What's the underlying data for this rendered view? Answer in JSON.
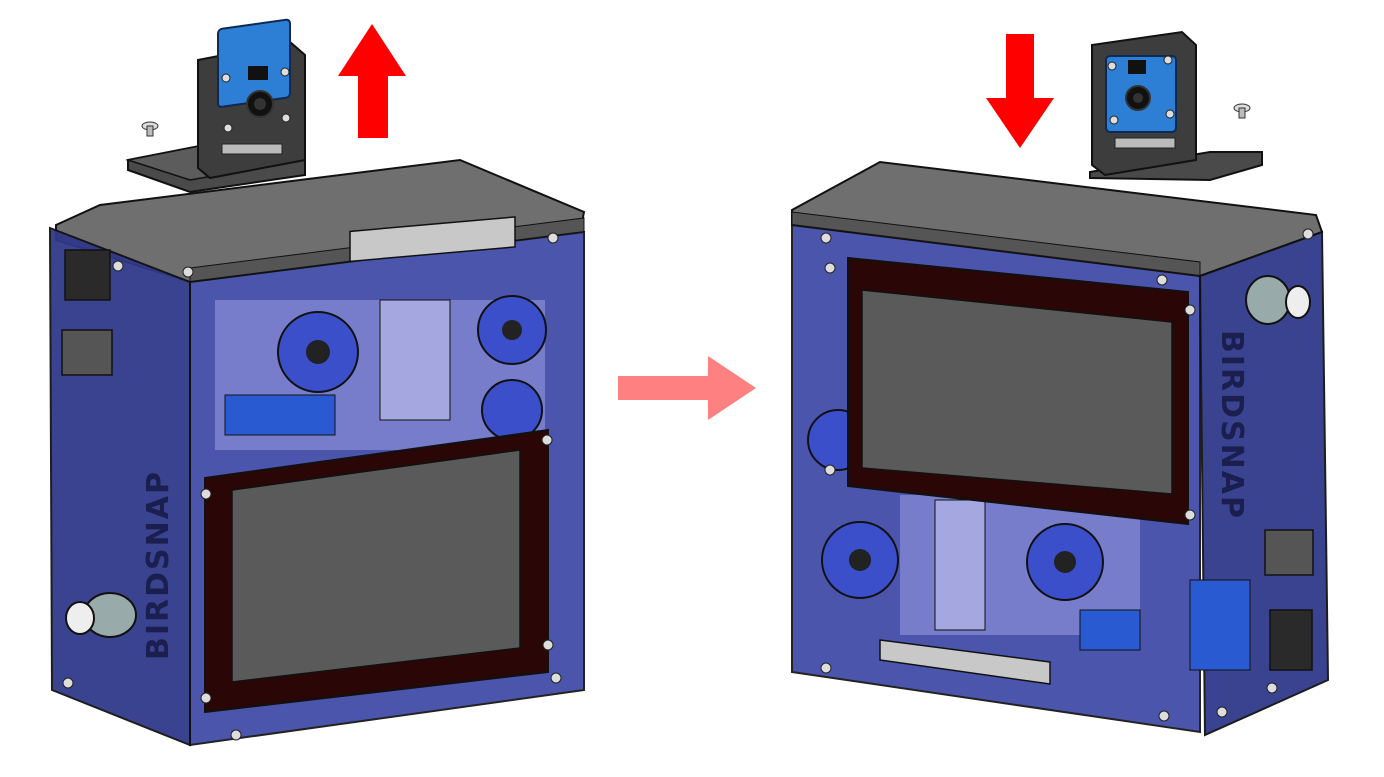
{
  "diagram": {
    "brand_label": "BIRDSNAP",
    "step1_direction": "remove",
    "step2_direction": "install",
    "colors": {
      "case_top": "#6f6f6f",
      "case_body": "#2f3a8f",
      "case_edge": "#1c2260",
      "screen_frame": "#2a0606",
      "screen": "#5a5a5a",
      "fan": "#3a4fc9",
      "pcb": "#2a5ad1",
      "camera_board": "#2c7fd4",
      "bracket": "#3d3d3d",
      "arrow_red": "#ff0000",
      "arrow_pink": "#ff8080"
    }
  }
}
